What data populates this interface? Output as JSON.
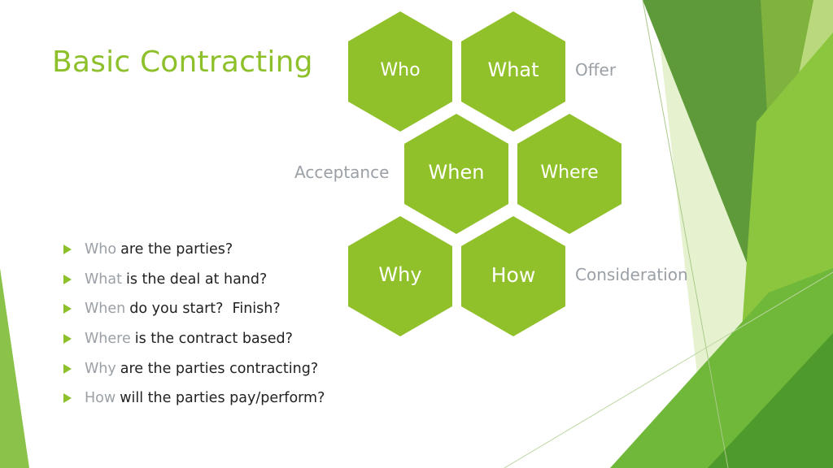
{
  "slide": {
    "title": "Basic Contracting"
  },
  "hexagons": [
    {
      "label": "Who"
    },
    {
      "label": "What"
    },
    {
      "label": "When"
    },
    {
      "label": "Where"
    },
    {
      "label": "Why"
    },
    {
      "label": "How"
    }
  ],
  "side_labels": {
    "offer": "Offer",
    "acceptance": "Acceptance",
    "consideration": "Consideration"
  },
  "bullets": [
    {
      "keyword": "Who",
      "text": "are the parties?"
    },
    {
      "keyword": "What",
      "text": "is the deal at hand?"
    },
    {
      "keyword": "When",
      "text": "do you start?  Finish?"
    },
    {
      "keyword": "Where",
      "text": "is the contract based?"
    },
    {
      "keyword": "Why",
      "text": "are the parties contracting?"
    },
    {
      "keyword": "How",
      "text": "will the parties pay/perform?"
    }
  ],
  "colors": {
    "accent": "#8dc02a",
    "hexagon": "#91c12a",
    "muted_text": "#9aa0a6",
    "body_text": "#222222",
    "dark_green": "#4f9a2c"
  }
}
